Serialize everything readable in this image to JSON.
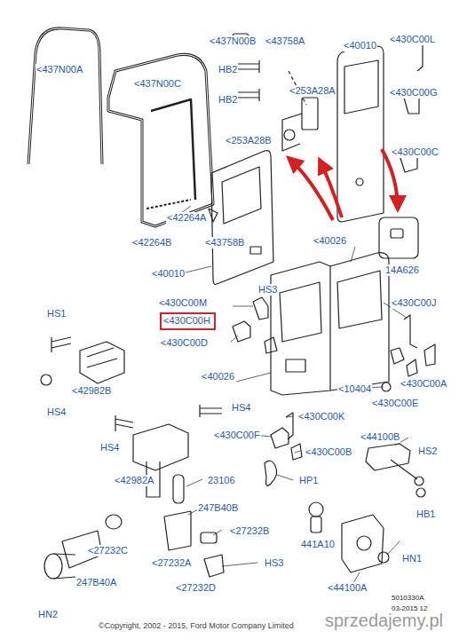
{
  "diagram": {
    "nodes": [
      {
        "text": [
          "<430C00H"
        ]
      }
    ],
    "labels": [
      "<437N00A",
      "<437N00B",
      "<43758A",
      "<430C00L",
      "HB2",
      "<40010",
      "<437N00C",
      "HB2",
      "<253A28A",
      "<430C00G",
      "<253A28B",
      "<430C00C",
      "<42264A",
      "<43758B",
      "<42264B",
      "<40026",
      "14A626",
      "<40010",
      "HS3",
      "<430C00M",
      "<430C00J",
      "<430C00D",
      "HS1",
      "<40026",
      "<10404",
      "<430C00A",
      "<430C00E",
      "<42982B",
      "HS4",
      "HS4",
      "<430C00K",
      "HS4",
      "<430C00F",
      "<430C00B",
      "<44100B",
      "HS2",
      "<42982A",
      "23106",
      "HP1",
      "247B40B",
      "HB1",
      "<27232B",
      "<27232C",
      "441A10",
      "<27232A",
      "HS3",
      "HN1",
      "<44100A",
      "247B40A",
      "<27232D",
      "HN2",
      "5010330A",
      "03-2015 12",
      "©Copyright, 2002 - 2015, Ford Motor Company Limited",
      "sprzedajemy.pl"
    ]
  }
}
